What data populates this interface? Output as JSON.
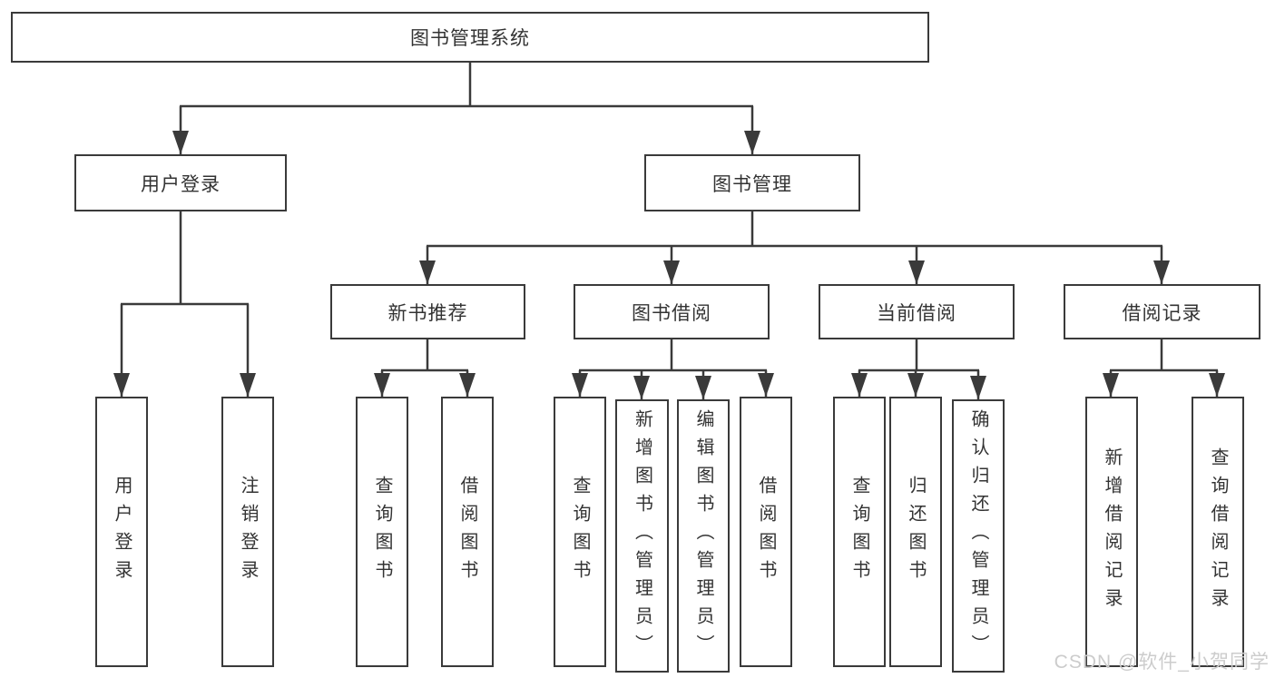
{
  "nodes": {
    "root": {
      "label": "图书管理系统"
    },
    "level2": [
      {
        "label": "用户登录"
      },
      {
        "label": "图书管理"
      }
    ],
    "level3": [
      {
        "label": "新书推荐"
      },
      {
        "label": "图书借阅"
      },
      {
        "label": "当前借阅"
      },
      {
        "label": "借阅记录"
      }
    ],
    "leaves": [
      {
        "label": "用户登录"
      },
      {
        "label": "注销登录"
      },
      {
        "label": "查询图书"
      },
      {
        "label": "借阅图书"
      },
      {
        "label": "查询图书"
      },
      {
        "label": "新增图书（管理员）"
      },
      {
        "label": "编辑图书（管理员）"
      },
      {
        "label": "借阅图书"
      },
      {
        "label": "查询图书"
      },
      {
        "label": "归还图书"
      },
      {
        "label": "确认归还（管理员）"
      },
      {
        "label": "新增借阅记录"
      },
      {
        "label": "查询借阅记录"
      }
    ]
  },
  "watermark": {
    "text": "CSDN @软件_小贺同学"
  },
  "colors": {
    "line": "#3a3a3a",
    "text": "#333333",
    "background": "#ffffff",
    "watermark": "#cccccc"
  }
}
